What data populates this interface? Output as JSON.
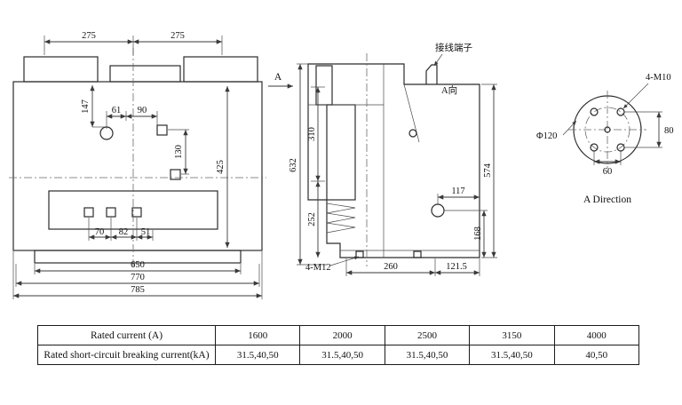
{
  "front_view": {
    "dim_275_left": "275",
    "dim_275_right": "275",
    "dim_147": "147",
    "dim_61": "61",
    "dim_90": "90",
    "dim_130": "130",
    "dim_425": "425",
    "dim_70": "70",
    "dim_82": "82",
    "dim_51": "51",
    "dim_650": "650",
    "dim_770": "770",
    "dim_785": "785"
  },
  "side_view": {
    "dim_632": "632",
    "dim_310": "310",
    "dim_252": "252",
    "dim_574": "574",
    "dim_117": "117",
    "dim_168": "168",
    "dim_260": "260",
    "dim_121_5": "121.5",
    "label_4m12": "4-M12",
    "label_terminal": "接线端子",
    "label_a_view": "A向",
    "label_a_arrow": "A"
  },
  "detail_view": {
    "label_4m10": "4-M10",
    "label_phi120": "Φ120",
    "dim_80": "80",
    "dim_60": "60",
    "caption": "A Direction"
  },
  "table": {
    "rows": [
      {
        "label": "Rated current (A)",
        "values": [
          "1600",
          "2000",
          "2500",
          "3150",
          "4000"
        ]
      },
      {
        "label": "Rated short-circuit breaking current(kA)",
        "values": [
          "31.5,40,50",
          "31.5,40,50",
          "31.5,40,50",
          "31.5,40,50",
          "40,50"
        ]
      }
    ]
  }
}
